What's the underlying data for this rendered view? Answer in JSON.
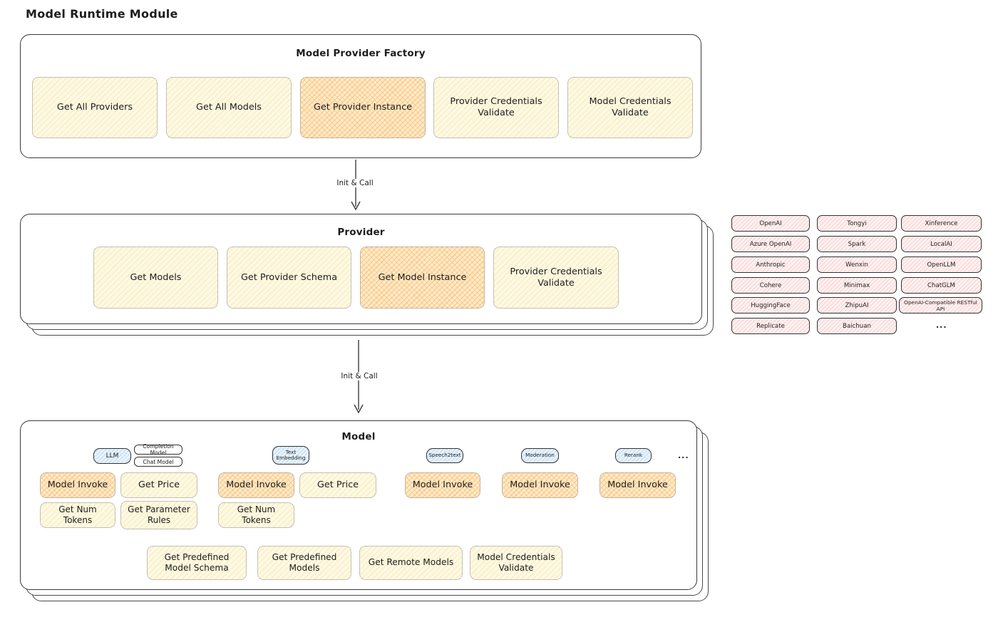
{
  "title": "Model Runtime Module",
  "flow": {
    "init_call_1": "Init & Call",
    "init_call_2": "Init & Call"
  },
  "factory": {
    "title": "Model Provider Factory",
    "items": [
      {
        "label": "Get All Providers",
        "highlight": false
      },
      {
        "label": "Get All Models",
        "highlight": false
      },
      {
        "label": "Get Provider Instance",
        "highlight": true
      },
      {
        "label": "Provider Credentials Validate",
        "highlight": false
      },
      {
        "label": "Model Credentials Validate",
        "highlight": false
      }
    ]
  },
  "provider": {
    "title": "Provider",
    "items": [
      {
        "label": "Get Models",
        "highlight": false
      },
      {
        "label": "Get Provider Schema",
        "highlight": false
      },
      {
        "label": "Get Model Instance",
        "highlight": true
      },
      {
        "label": "Provider Credentials Validate",
        "highlight": false
      }
    ]
  },
  "providers": {
    "col1": [
      "OpenAI",
      "Azure OpenAI",
      "Anthropic",
      "Cohere",
      "HuggingFace",
      "Replicate"
    ],
    "col2": [
      "Tongyi",
      "Spark",
      "Wenxin",
      "Minimax",
      "ZhipuAI",
      "Baichuan"
    ],
    "col3": [
      "Xinference",
      "LocalAI",
      "OpenLLM",
      "ChatGLM",
      "OpenAI-Compatible RESTful API"
    ],
    "more": "..."
  },
  "model": {
    "title": "Model",
    "tabs": {
      "llm": "LLM",
      "completion": "Completion Model",
      "chat": "Chat Model",
      "text_embedding": "Text Embedding",
      "speech2text": "Speech2text",
      "moderation": "Moderation",
      "rerank": "Rerank",
      "more": "..."
    },
    "functions": {
      "llm_invoke": "Model Invoke",
      "llm_get_price": "Get Price",
      "llm_get_num_tokens": "Get Num Tokens",
      "llm_get_parameter_rules": "Get Parameter Rules",
      "te_invoke": "Model Invoke",
      "te_get_price": "Get Price",
      "te_get_num_tokens": "Get Num Tokens",
      "s2t_invoke": "Model Invoke",
      "moderation_invoke": "Model Invoke",
      "rerank_invoke": "Model Invoke"
    },
    "common": [
      "Get Predefined Model Schema",
      "Get Predefined Models",
      "Get Remote Models",
      "Model Credentials Validate"
    ]
  },
  "colors": {
    "yellow_fill": "#fdf9e4",
    "orange_fill": "#ffeccb",
    "pink_fill": "#fff1f1",
    "blue_fill": "#e9f3fc",
    "stroke": "#3a3a3a"
  }
}
